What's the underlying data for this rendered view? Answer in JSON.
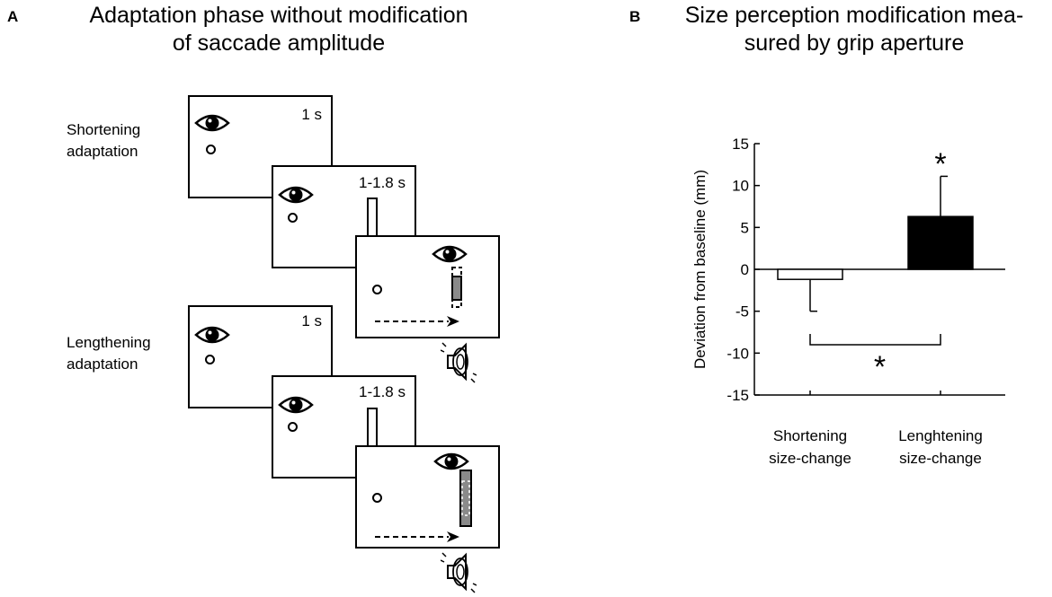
{
  "panel_a": {
    "letter": "A",
    "title_line1": "Adaptation phase without modification",
    "title_line2": "of saccade amplitude",
    "shortening": {
      "label_line1": "Shortening",
      "label_line2": "adaptation",
      "screen1_time": "1 s",
      "screen2_time": "1-1.8 s"
    },
    "lengthening": {
      "label_line1": "Lengthening",
      "label_line2": "adaptation",
      "screen1_time": "1 s",
      "screen2_time": "1-1.8 s"
    },
    "icons": [
      "eye-icon",
      "fixation-point-icon",
      "speaker-icon",
      "dashed-arrow-icon"
    ]
  },
  "panel_b": {
    "letter": "B",
    "title_line1": "Size perception modification mea-",
    "title_line2": "sured by grip aperture",
    "significance_marker": "*"
  },
  "chart_data": {
    "type": "bar",
    "categories": [
      "Shortening size-change",
      "Lenghtening size-change"
    ],
    "category_lines": [
      [
        "Shortening",
        "size-change"
      ],
      [
        "Lenghtening",
        "size-change"
      ]
    ],
    "values": [
      -1.2,
      6.3
    ],
    "errors": [
      3.8,
      4.8
    ],
    "colors": [
      "#ffffff",
      "#000000"
    ],
    "ylabel": "Deviation from baseline (mm)",
    "ylim": [
      -15,
      15
    ],
    "yticks": [
      15,
      10,
      5,
      0,
      -5,
      -10,
      -15
    ],
    "ytick_labels": [
      "15",
      "10",
      "5",
      "0",
      "-5",
      "-10",
      "-15"
    ],
    "grid": false,
    "annotations": [
      "*",
      "*"
    ]
  }
}
